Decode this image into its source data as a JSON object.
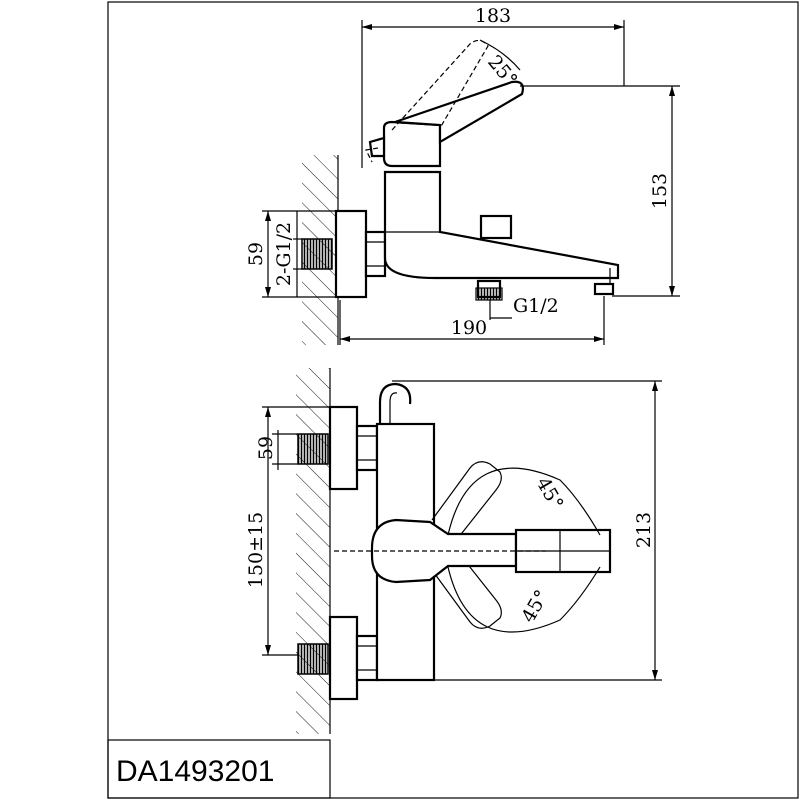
{
  "drawing": {
    "product_code": "DA1493201",
    "top_view": {
      "width_dim": "183",
      "height_dim": "153",
      "lever_angle": "25°",
      "spout_length_dim": "190",
      "inlet_spacing_dim": "59",
      "inlet_thread": "2-G1/2",
      "outlet_thread": "G1/2"
    },
    "front_view": {
      "height_dim": "213",
      "inlet_dim": "59",
      "center_distance": "150±15",
      "angle_upper": "45°",
      "angle_lower": "45°"
    }
  }
}
